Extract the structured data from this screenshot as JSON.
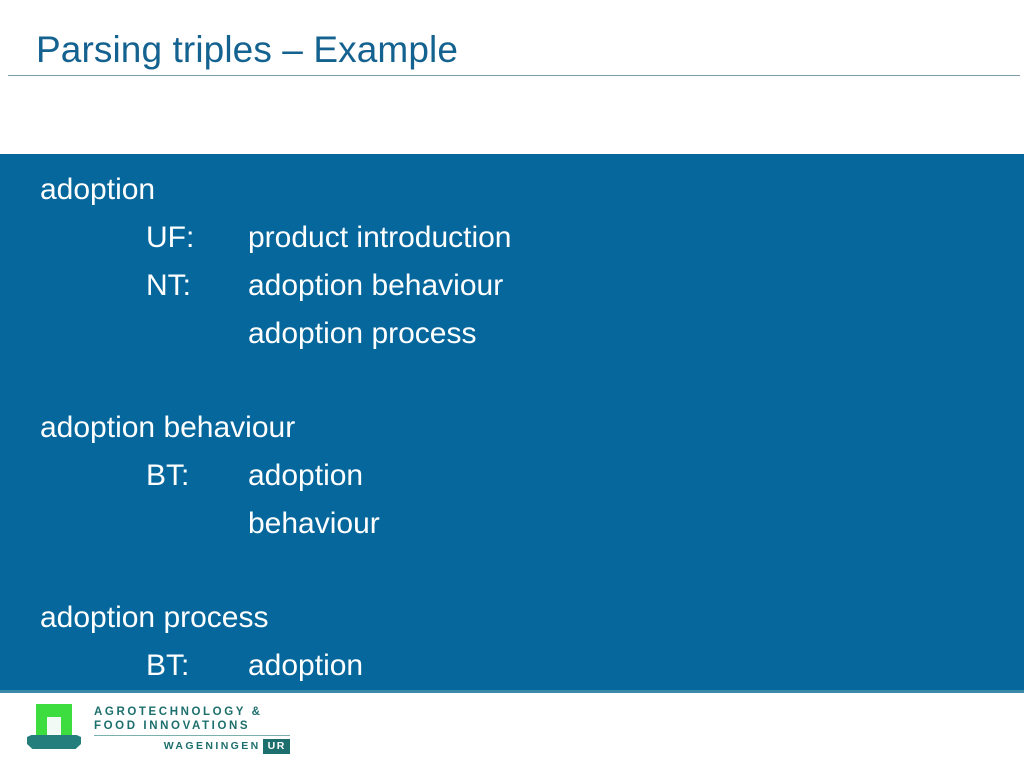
{
  "slide": {
    "title": "Parsing triples – Example",
    "title_color": "#14628f",
    "panel_color": "#06679c",
    "panel_edge_color": "#3b8aab",
    "rule_color": "#7d9aa8",
    "text_color": "#ffffff"
  },
  "entries": [
    {
      "term": "adoption",
      "relations": [
        {
          "tag": "UF:",
          "value": "product introduction"
        },
        {
          "tag": "NT:",
          "value": "adoption behaviour"
        }
      ],
      "continuations": [
        "adoption process"
      ]
    },
    {
      "term": "adoption behaviour",
      "relations": [
        {
          "tag": "BT:",
          "value": "adoption"
        }
      ],
      "continuations": [
        "behaviour"
      ]
    },
    {
      "term": "adoption process",
      "relations": [
        {
          "tag": "BT:",
          "value": "adoption"
        }
      ],
      "continuations": []
    }
  ],
  "logo": {
    "line1": "AGROTECHNOLOGY &",
    "line2": "FOOD INNOVATIONS",
    "line3": "WAGENINGEN",
    "badge": "UR",
    "mark_green": "#3ddd3f",
    "mark_teal": "#247e7c",
    "text_color": "#1d6f6d"
  }
}
